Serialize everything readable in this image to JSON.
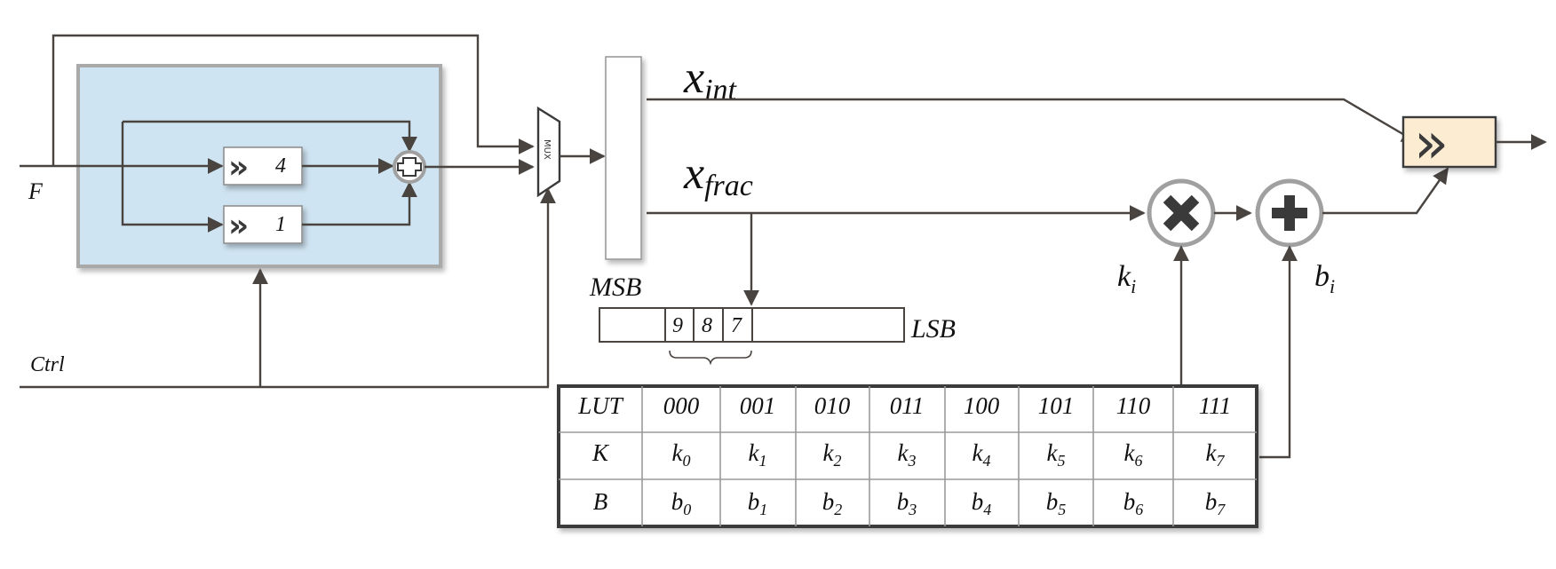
{
  "signals": {
    "input_f": "F",
    "control": "Ctrl"
  },
  "shift_blocks": {
    "shift_by_4": "4",
    "shift_by_1": "1"
  },
  "mux": {
    "label": "MUX"
  },
  "outputs": {
    "x_int_base": "x",
    "x_int_sub": "int",
    "x_frac_base": "x",
    "x_frac_sub": "frac"
  },
  "bit_register": {
    "msb_label": "MSB",
    "lsb_label": "LSB",
    "bits": [
      "9",
      "8",
      "7"
    ]
  },
  "operators": {
    "k_base": "k",
    "k_sub": "i",
    "b_base": "b",
    "b_sub": "i"
  },
  "lut": {
    "header": [
      "LUT",
      "000",
      "001",
      "010",
      "011",
      "100",
      "101",
      "110",
      "111"
    ],
    "rows": [
      {
        "label": "K",
        "base": "k",
        "subs": [
          "0",
          "1",
          "2",
          "3",
          "4",
          "5",
          "6",
          "7"
        ]
      },
      {
        "label": "B",
        "base": "b",
        "subs": [
          "0",
          "1",
          "2",
          "3",
          "4",
          "5",
          "6",
          "7"
        ]
      }
    ]
  },
  "colors": {
    "wire": "#4a4440",
    "block_fill": "#cfe4f2",
    "block_border": "#a9a9a9",
    "output_shifter_fill": "#fbecd2",
    "operator_border": "#a0a0a0",
    "operator_symbol": "#3a3a3a"
  }
}
